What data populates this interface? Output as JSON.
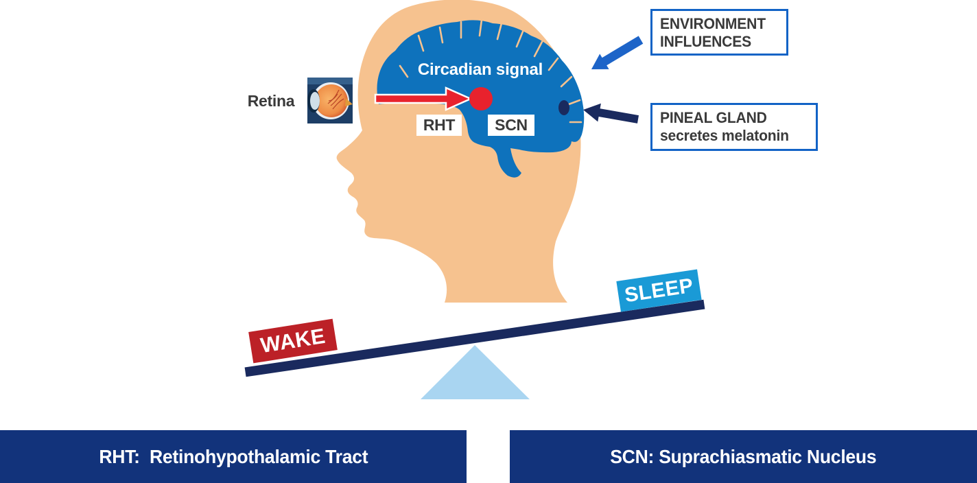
{
  "head_diagram": {
    "circadian_label": "Circadian signal",
    "retina_label": "Retina",
    "rht_chip": "RHT",
    "scn_chip": "SCN",
    "environment_box": {
      "line1": "ENVIRONMENT",
      "line2": "INFLUENCES"
    },
    "pineal_box": {
      "line1": "PINEAL GLAND",
      "line2": "secretes melatonin"
    }
  },
  "balance": {
    "wake_label": "WAKE",
    "sleep_label": "SLEEP"
  },
  "legend_bars": {
    "left": "RHT:  Retinohypothalamic Tract",
    "right": "SCN: Suprachiasmatic Nucleus"
  },
  "colors": {
    "skin": "#F6C28F",
    "brain_blue": "#0E72BC",
    "navy": "#1A2A5E",
    "legend_bar_navy": "#12337B",
    "callout_border_blue": "#1263C6",
    "environment_arrow_blue": "#1D64C8",
    "signal_red": "#E8222D",
    "wake_red": "#BC2127",
    "sleep_blue": "#1A9AD6",
    "fulcrum_light_blue": "#A9D5F1",
    "label_text": "#3A3A3A"
  }
}
